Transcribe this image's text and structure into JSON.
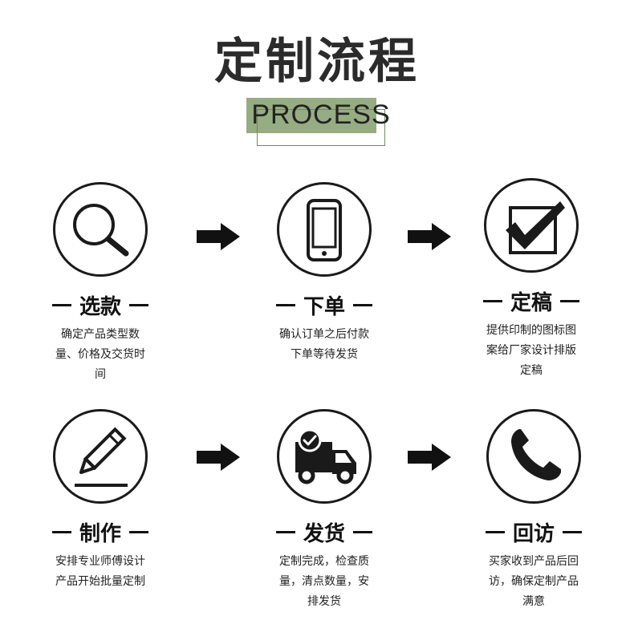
{
  "header": {
    "title": "定制流程",
    "subtitle": "PROCESS"
  },
  "steps": [
    {
      "label": "选款",
      "desc": "确定产品类型数量、价格及交货时间",
      "icon": "magnifier-icon"
    },
    {
      "label": "下单",
      "desc": "确认订单之后付款下单等待发货",
      "icon": "smartphone-icon"
    },
    {
      "label": "定稿",
      "desc": "提供印制的图标图案给厂家设计排版定稿",
      "icon": "checkbox-icon"
    },
    {
      "label": "制作",
      "desc": "安排专业师傅设计产品开始批量定制",
      "icon": "pencil-icon"
    },
    {
      "label": "发货",
      "desc": "定制完成，检查质量，清点数量，安排发货",
      "icon": "delivery-truck-icon"
    },
    {
      "label": "回访",
      "desc": "买家收到产品后回访，确保定制产品满意",
      "icon": "phone-icon"
    }
  ],
  "colors": {
    "accent_fill": "#96ac82",
    "accent_line": "#6f8a5c",
    "ink": "#1a1a1a"
  }
}
